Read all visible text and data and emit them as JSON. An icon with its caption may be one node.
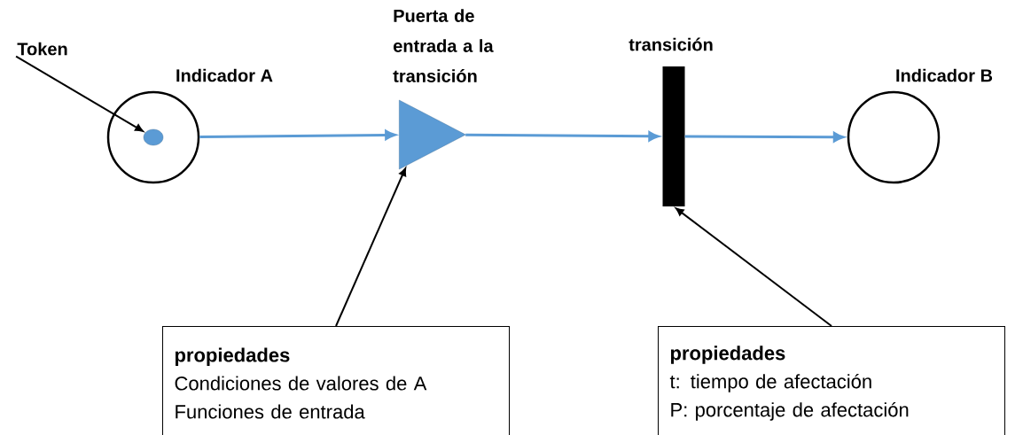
{
  "diagram": {
    "nodes": [
      {
        "text": [
          "Token"
        ]
      },
      {
        "text": [
          "Indicador A"
        ]
      },
      {
        "text": [],
        "shape": "circle",
        "in": 1
      },
      {
        "text": [
          "Puerta de entrada a la transición"
        ]
      },
      {
        "text": [
          "transición"
        ]
      },
      {
        "text": [
          "Indicador B"
        ]
      },
      {
        "text": [
          "propiedades",
          "Condiciones de valores de A",
          "Funciones de entrada"
        ]
      },
      {
        "text": [
          "propiedades",
          "t: tiempo de afectación",
          "P: porcentaje de afectación"
        ]
      }
    ],
    "edges": [
      {
        "from": 0,
        "to": 2,
        "arrow": "to",
        "color": "#000000"
      },
      {
        "from": 1,
        "to": 3,
        "arrow": "to",
        "color": "#5b9bd5"
      },
      {
        "from": 3,
        "to": 4,
        "arrow": "to",
        "color": "#5b9bd5"
      },
      {
        "from": 4,
        "to": 5,
        "arrow": "to",
        "color": "#5b9bd5"
      },
      {
        "from": 6,
        "to": 3,
        "arrow": "to",
        "color": "#000000"
      },
      {
        "from": 7,
        "to": 4,
        "arrow": "to",
        "color": "#000000"
      }
    ]
  }
}
